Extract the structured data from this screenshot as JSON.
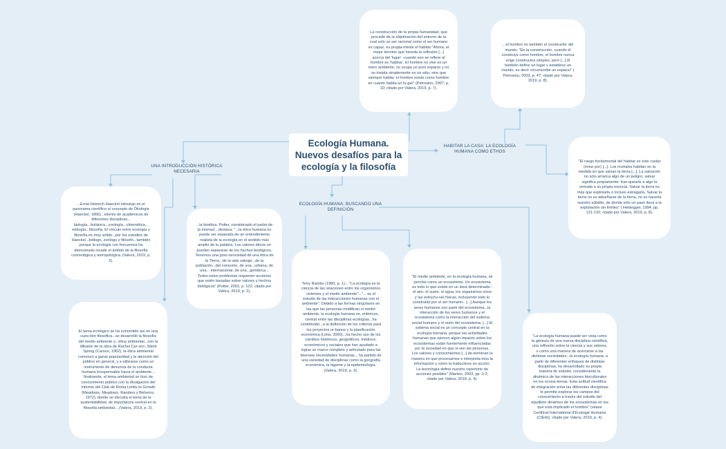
{
  "central": {
    "title": "Ecología Humana.\nNuevos desafíos para la\necología y la filosofía"
  },
  "topics": {
    "intro": "UNA INTRODUCCIÓN HISTÓRICA\nNECESARIA",
    "definicion": "ECOLOGÍA HUMANA: BUSCANDO UNA\nDEFINICIÓN",
    "habitar": "HABITAR LA CASA: LA ECOLOGÍA\nHUMANA COMO ETHOS"
  },
  "cards": {
    "haeckel": "...Ernst Heinrich Haeckel introdujo en el panorama científico el concepto de Ökologie (Haeckel, 1866)...interés de académicos de diferentes disciplinas... biología...botánica...zoología...cibernética... etología...filosofía. El vínculo entre ecología y filosofía es muy sólido...por los estudios de Haeckel...biólogo, zoólogo y filósofo...también porque la ecología con frecuencia ha demostrado invadir el ámbito de la filosofía cosmológica y antropológica. (Valera, 2019, p. 2).",
    "potter": "...la bioética. Potter, considerado el padre de la misma1...destaca: \"...la ética humana no puede ser separada de un entendimiento realista de la ecología en el sentido más amplio de la palabra. Los valores éticos no pueden separarse de los hechos biológicos. Tenemos una gran necesidad de una ética de la Tierra...de la vida salvaje...de la población...del consumo, de una...urbana, de una... internacional, de una...geriátrica... Todos estos problemas requieren acciones que estén basadas sobre valores y hechos biológicos\" (Potter, 2002, p. 122; citado por Valera, 2019, p. 2).",
    "tema": "El tema ecológico se ha convertido así en una cues-tión filosófica...se desarrolló la filosofía del medio ambiente y...ética ambiental...con la difusión de la obra de Rachel Car-son, Silent Spring (Carson, 1962), la ética ambiental comenzó a ganar popularidad y la atención del público en general, y a utilizarse como un instrumento de denuncia de la conducta humana irresponsable hacia el ambiente... finalmente, el tema ambiental se hizo de conocimiento público con la divulgación del informe del Club de Roma Limits to Growth (Meadows, Meadows, Randers y Beherns, 1972), donde se discutía el tema de la sustentabilidad, de importancia central en la filosofía ambiental... (Valera, 2019, p. 2).",
    "rambo": "Terry Rambo (1983, p. 1)... \"La ecología es la ciencia de las relaciones entre los organismos vivientes y el medio ambiente\"...\"... es el estudio de las interacciones humanas con el ambiente\". Debido a las formas singulares en las que las personas modifican el medio ambiente, la ecología humana es, entonces, central entre las disciplinas ecologías...ha contribuido...a la definición de los criterios para los proyectos ur-banos y la planificación económica (Lima, 2000)...ha hecho uso de los cambios históricos, geográficos, médicos, económicos y sociales que han ayudado a lograr un marco completo y articulado para las diversas necesidades humanas... ha partido de una variedad de disciplinas como la geografía económica, la higiene y la epidemiología. (Valera, 2019, p. 3).",
    "marten": "\"El medio ambiente, en la ecología humana, se percibe como un ecosistema. Un ecosistema es todo lo que existe en un área determinada -el aire, el suelo, el agua, los organismos vivos y las estructu-ras físicas, incluyendo todo lo construido por el ser humano-. [...] Aunque los seres humanos son parte del ecosistema...la interacción de los seres humanos y el ecosistema como la interacción del sistema social humano y el resto del ecosistema. [...] El sistema social es un concepto central en la ecología humana, porque las actividades humanas que ejercen algún impacto sobre los ecosistemas están fuertemente influenciadas por la sociedad en que vi-ven las personas. Los valores y conocimientos [...] de-terminan la manera en que procesamos e interpreta-mos la información y cómo la traducimos en acción. La tecnología define nuestro repertorio de acciones posibles\" (Marten, 2003, pp. 1-2; citado por Valera, 2019, p. 4).",
    "genesis": "\"La ecología humana puede ser vista como la génesis de una nueva disciplina científica, una reflexión sobre la ciencia y sus valores, o como una manera de acercarse a las distintas sociedades...la ecología humana, a partir de diferentes enfoques de distintas disciplinas, ha desarrollado su propia manera de estudio, considerando la dinámica de las interacciones bioculturales en los ecosis-temas. Esta actitud científica de integración entre las diferentes disciplinas le permite explorar los campos del conocimiento a través del estudio del equilibrio dinámico de los ecosistemas en los que está implicado el hombre\" (véase Certificat International d'Écologie Humaine (CIEH)). citado por Valera, 2019, p. 4).",
    "petrosino1": "La construcción de la propia humanidad, que procede de la objetivación del entorno de la cual solo un ser racional como el ser humano es capaz, es propia-mente el habitar:\"Ahora, el mejor término que hereda la reflexión [...] acerca del 'lugar' -cuando eso se refiere al hombre es 'habitar'. El hombre no vive en un mero ambiente, no ocupa un puro espacio y no se instala simplemente en un sitio, sino que siempre habita: el hombre existe como hombre en cuanto habita un lu-gar\" (Petrosino, 2007, p. 10; citado por Valera, 2019, p. 7).",
    "petrosino2": "...el hombre es también el constructor del mundo: \"En la construcción, cuando él construye como hombre, el hombre nunca erige constructos simples, pero [...] él también define un lugar y establece un mundo, es decir circunscribe un espacio\" ( Petrosino, 2003, p. 47; citado por Valera, 2019, p. 8).",
    "heidegger": "\"El rasgo fundamental del habitar es este cuidar (mirar por) [...]. Los mortales habitan en la medida en que salvan la tierra [...]. La salvación no sólo arranca algo de un peligro; salvar significa propiamente: fran-quearle a algo la entrada a su propia esencia. Salvar la tierra es más que explotarla o incluso estragarla. Salvar la tierra no es adueñarse de la tierra, no es hacerla nuestro súbdito, de donde sólo un paso lleva a la explotación sin límites\" ( Heidegger, 1994, pp. 131-132; citado por Valera, 2019, p. 8)."
  },
  "colors": {
    "background": "#e4eef6",
    "card": "#ffffff",
    "text": "#2a4f6e",
    "connector": "#8fc2e0"
  }
}
